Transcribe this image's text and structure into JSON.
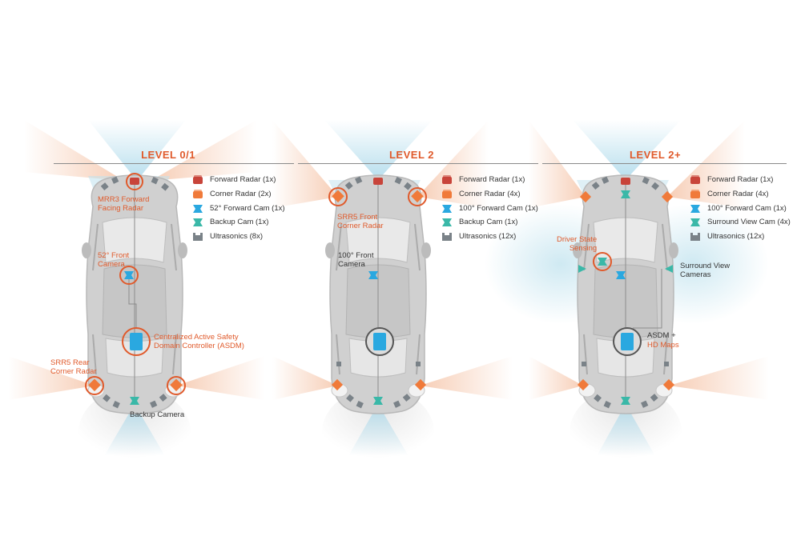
{
  "colors": {
    "accent": "#e05a2b",
    "forward_radar": "#c8443a",
    "corner_radar": "#f07a3a",
    "forward_cam": "#2aa8e0",
    "backup_cam": "#3ab8a8",
    "surround_cam": "#3ab8a8",
    "ultrasonics": "#7a8288",
    "radar_beam": "#f3c3a8",
    "camera_beam": "#bfe2ee",
    "car_body": "#d4d4d4"
  },
  "panels": [
    {
      "title": "LEVEL 0/1",
      "legend": [
        {
          "icon": "forward-radar-icon",
          "label": "Forward Radar (1x)"
        },
        {
          "icon": "corner-radar-icon",
          "label": "Corner Radar (2x)"
        },
        {
          "icon": "forward-cam-icon",
          "label": "52° Forward Cam (1x)"
        },
        {
          "icon": "backup-cam-icon",
          "label": "Backup Cam (1x)"
        },
        {
          "icon": "ultrasonics-icon",
          "label": "Ultrasonics (8x)"
        }
      ],
      "callouts": {
        "forward_radar": "MRR3 Forward\nFacing Radar",
        "front_camera": "52° Front\nCamera",
        "controller": "Centralized Active Safety\nDomain Controller (ASDM)",
        "rear_radar": "SRR5 Rear\nCorner Radar",
        "backup_camera": "Backup Camera"
      }
    },
    {
      "title": "LEVEL 2",
      "legend": [
        {
          "icon": "forward-radar-icon",
          "label": "Forward Radar (1x)"
        },
        {
          "icon": "corner-radar-icon",
          "label": "Corner Radar (4x)"
        },
        {
          "icon": "forward-cam-icon",
          "label": "100° Forward Cam (1x)"
        },
        {
          "icon": "backup-cam-icon",
          "label": "Backup Cam (1x)"
        },
        {
          "icon": "ultrasonics-icon",
          "label": "Ultrasonics (12x)"
        }
      ],
      "callouts": {
        "front_radar": "SRR5 Front\nCorner Radar",
        "front_camera": "100° Front\nCamera"
      }
    },
    {
      "title": "LEVEL 2+",
      "legend": [
        {
          "icon": "forward-radar-icon",
          "label": "Forward Radar (1x)"
        },
        {
          "icon": "corner-radar-icon",
          "label": "Corner Radar (4x)"
        },
        {
          "icon": "forward-cam-icon",
          "label": "100° Forward Cam (1x)"
        },
        {
          "icon": "surround-cam-icon",
          "label": "Surround View Cam (4x)"
        },
        {
          "icon": "ultrasonics-icon",
          "label": "Ultrasonics (12x)"
        }
      ],
      "callouts": {
        "driver_state": "Driver State\nSensing",
        "surround_view": "Surround View\nCameras",
        "asdm_line1": "ASDM +",
        "asdm_line2": "HD Maps"
      }
    }
  ]
}
